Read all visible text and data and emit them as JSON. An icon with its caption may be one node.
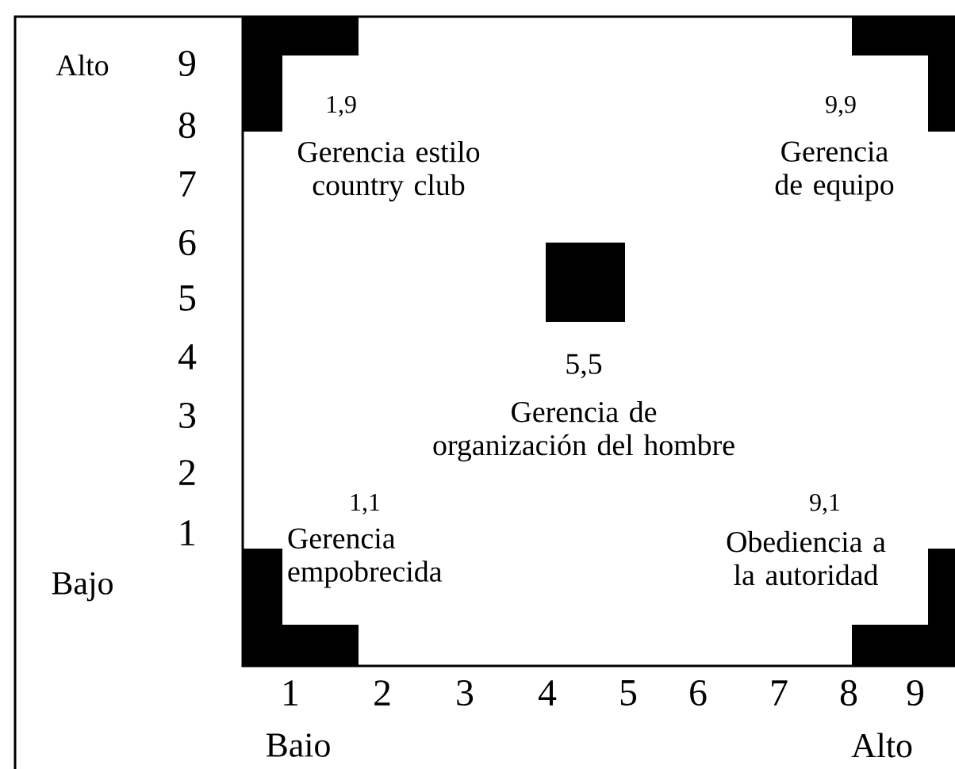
{
  "diagram": {
    "labels": [
      "Alto",
      "9",
      "1,9",
      "9,9",
      "8",
      "Gerencia estilo country club",
      "Gerencia de equipo",
      "7",
      "6",
      "5",
      "4",
      "5,5",
      "3",
      "Gerencia de organización del hombre",
      "2",
      "1,1",
      "9,1",
      "1",
      "Gerencia empobrecida",
      "Obediencia a la autoridad",
      "Bajo",
      "1",
      "2",
      "3",
      "4",
      "5",
      "6",
      "7",
      "8",
      "9",
      "Baio",
      "Alto"
    ]
  }
}
